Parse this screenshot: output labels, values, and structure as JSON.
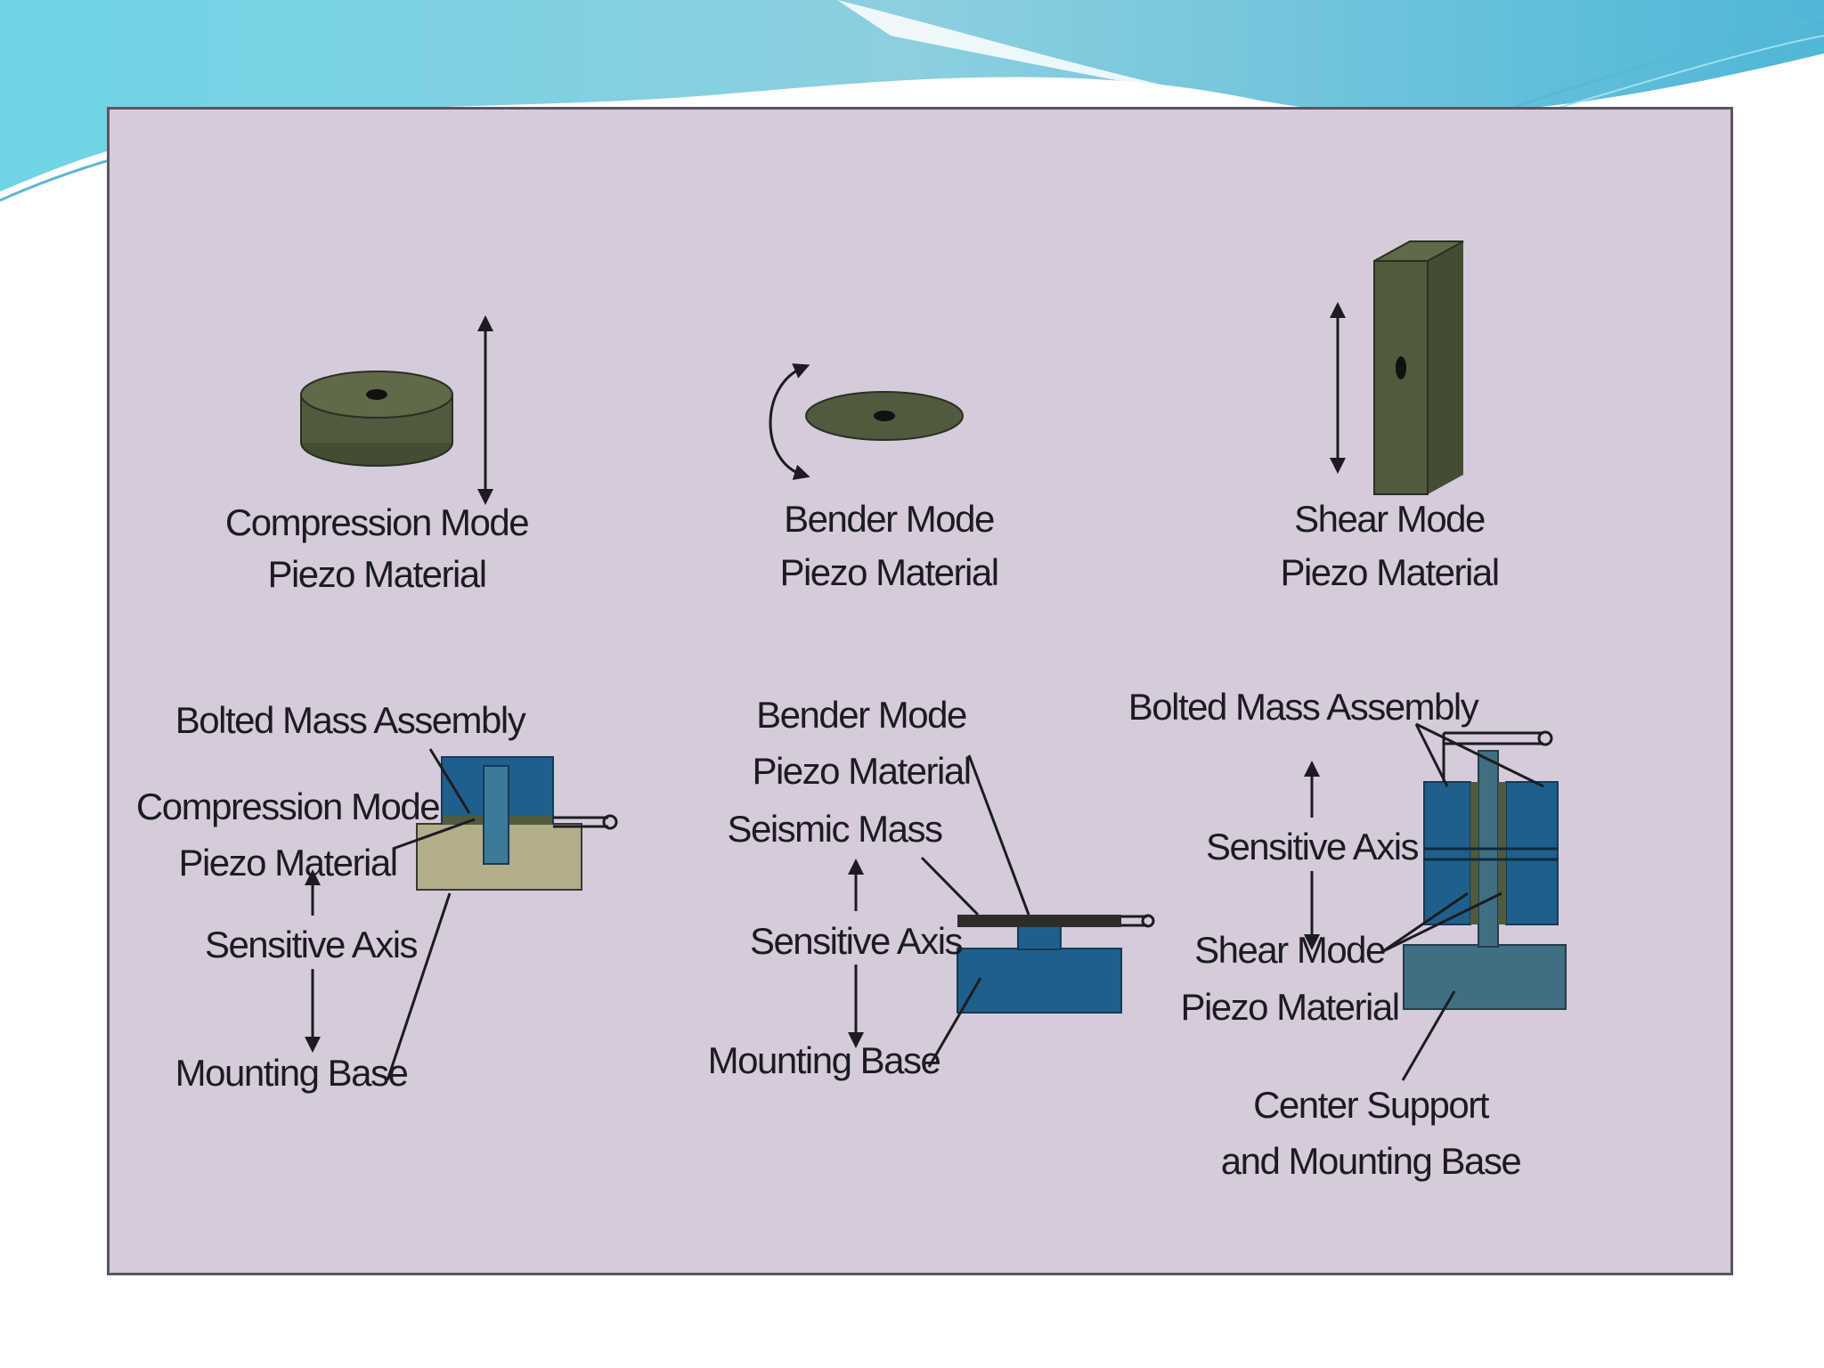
{
  "slide": {
    "colors": {
      "wave_light": "#bfe9f2",
      "wave_dark": "#5ab8d4",
      "panel": "#d6cbdb",
      "piezo": "#4f5a3e",
      "blue": "#1f5f8c",
      "base_tan": "#b3ad8a",
      "slate": "#3f6f82"
    }
  },
  "diagram": {
    "top": {
      "compression": {
        "line1": "Compression Mode",
        "line2": "Piezo Material"
      },
      "bender": {
        "line1": "Bender Mode",
        "line2": "Piezo Material"
      },
      "shear": {
        "line1": "Shear Mode",
        "line2": "Piezo Material"
      }
    },
    "compression_assembly": {
      "bolted_mass": "Bolted Mass Assembly",
      "piezo_line1": "Compression Mode",
      "piezo_line2": "Piezo Material",
      "sensitive_axis": "Sensitive Axis",
      "mounting_base": "Mounting Base"
    },
    "bender_assembly": {
      "piezo_line1": "Bender Mode",
      "piezo_line2": "Piezo Material",
      "seismic_mass": "Seismic Mass",
      "sensitive_axis": "Sensitive Axis",
      "mounting_base": "Mounting Base"
    },
    "shear_assembly": {
      "bolted_mass": "Bolted Mass Assembly",
      "sensitive_axis": "Sensitive Axis",
      "piezo_line1": "Shear Mode",
      "piezo_line2": "Piezo Material",
      "support_line1": "Center Support",
      "support_line2": "and Mounting Base"
    }
  }
}
